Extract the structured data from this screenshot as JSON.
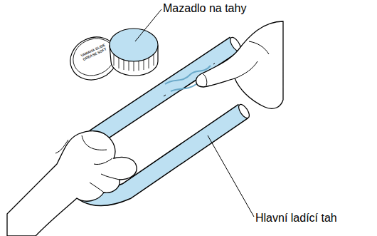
{
  "diagram": {
    "labels": [
      "Mazadlo na tahy",
      "Hlavní ladící tah",
      "YAMAHA SLIDE GREASE SOFT"
    ]
  }
}
